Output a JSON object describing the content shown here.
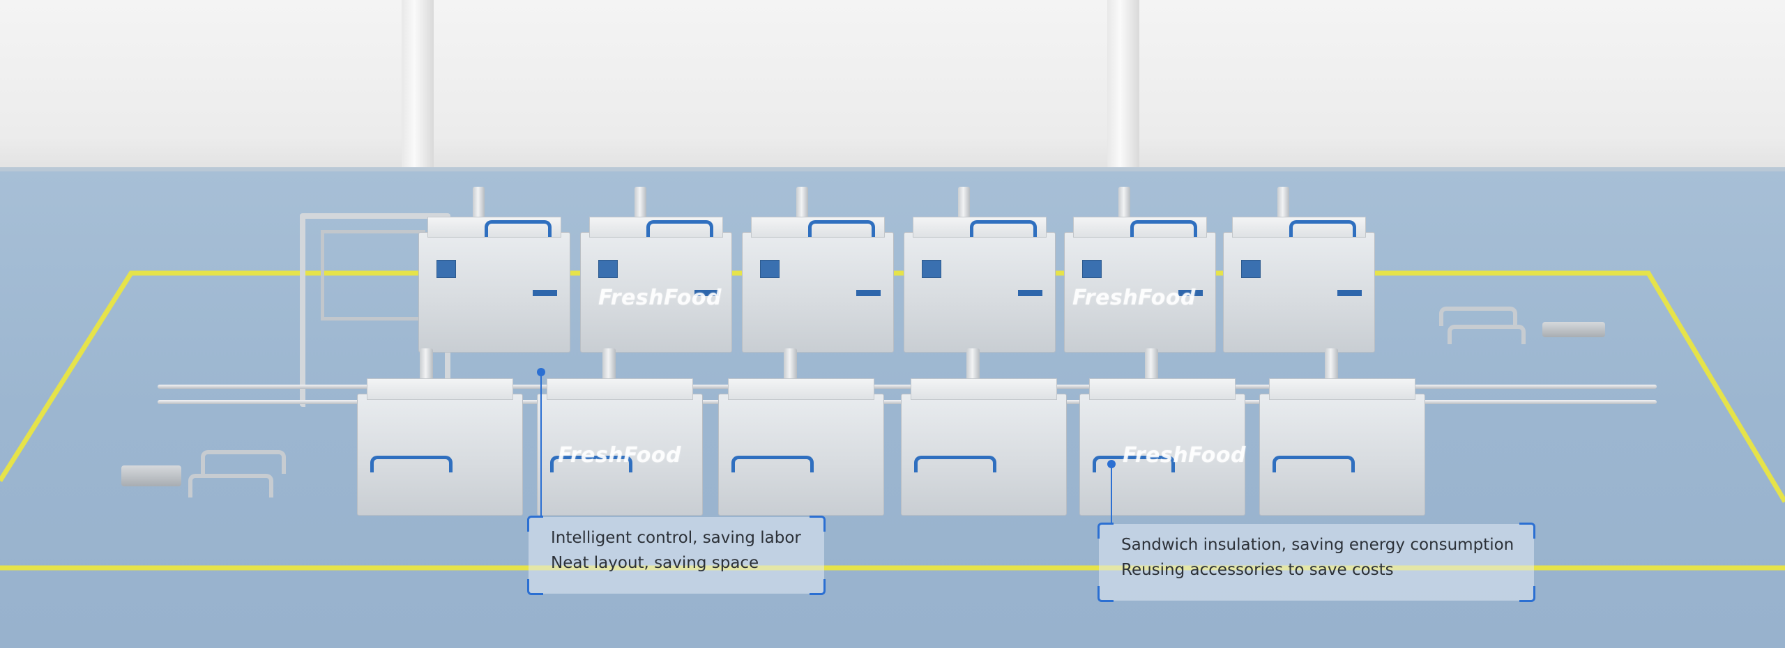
{
  "watermarks": {
    "brand": "FreshFood"
  },
  "callouts": {
    "left": {
      "line1": "Intelligent control, saving labor",
      "line2": "Neat layout, saving space"
    },
    "right": {
      "line1": "Sandwich insulation, saving energy consumption",
      "line2": "Reusing accessories to save costs"
    }
  },
  "colors": {
    "accent": "#2b6fd2",
    "floor_line": "#e6e34a",
    "pipe": "#2f6fbf"
  }
}
